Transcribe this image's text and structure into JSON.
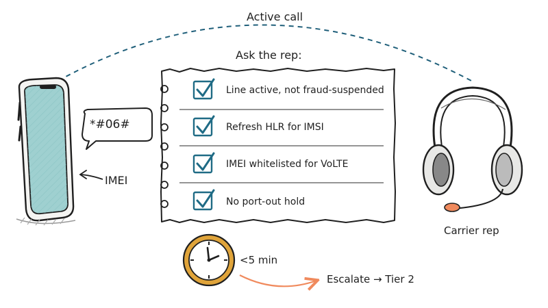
{
  "call": {
    "label": "Active call"
  },
  "checklist": {
    "heading": "Ask the rep:",
    "items": [
      {
        "text": "Line active, not fraud-suspended",
        "checked": true
      },
      {
        "text": "Refresh HLR for IMSI",
        "checked": true
      },
      {
        "text": "IMEI whitelisted for VoLTE",
        "checked": true
      },
      {
        "text": "No port-out hold",
        "checked": true
      }
    ]
  },
  "phone": {
    "dial_code": "*#06#",
    "imei_label": "IMEI"
  },
  "rep": {
    "label": "Carrier rep"
  },
  "timer": {
    "label": "<5 min",
    "escalate_label": "Escalate → Tier 2"
  },
  "colors": {
    "ink": "#1f1f1f",
    "call_arc": "#1f5f7a",
    "check": "#1f6b85",
    "screen": "#9fd0d0",
    "clock_rim": "#e0a43a",
    "arrow": "#f08a5d",
    "mic": "#f08a5d"
  }
}
